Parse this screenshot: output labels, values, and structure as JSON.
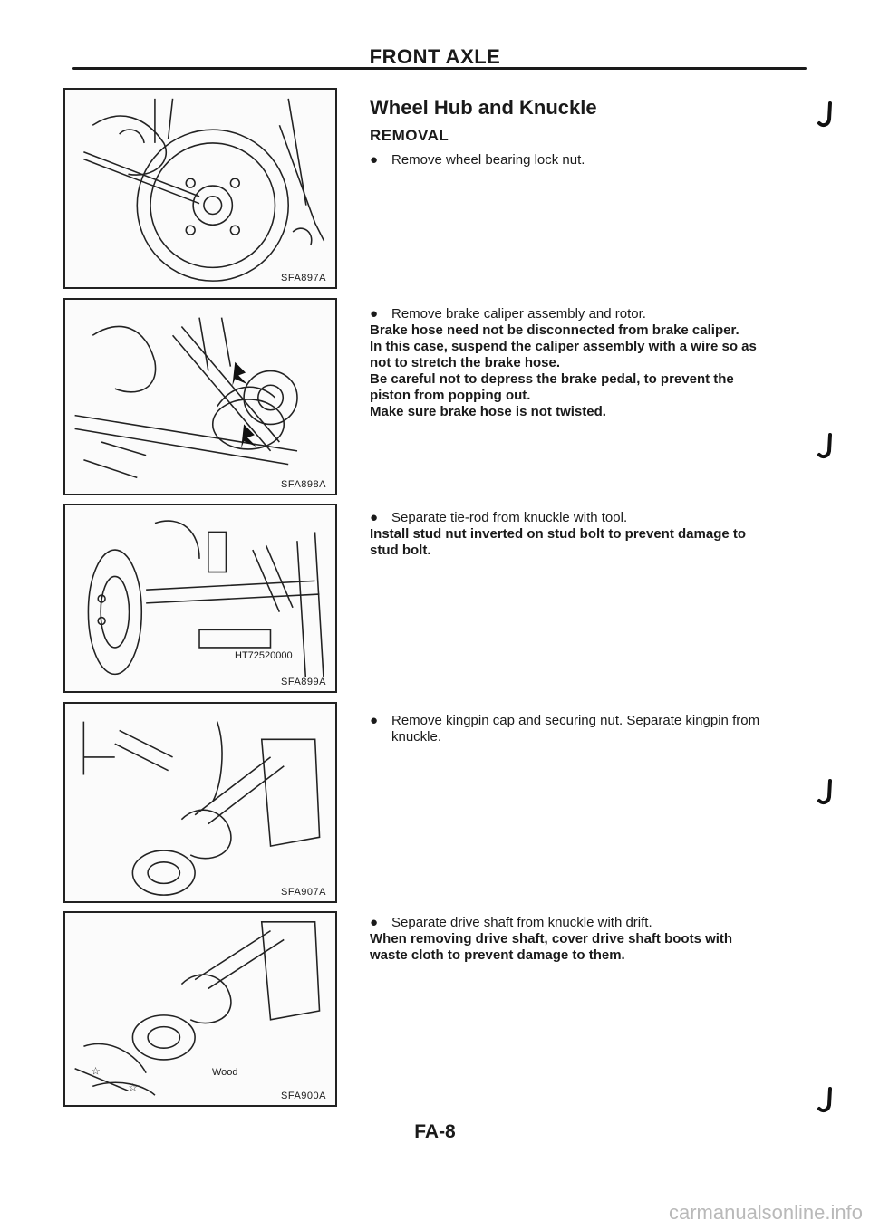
{
  "header": {
    "title": "FRONT AXLE"
  },
  "section": {
    "title": "Wheel Hub and Knuckle",
    "subtitle": "REMOVAL"
  },
  "figures": [
    {
      "label": "SFA897A"
    },
    {
      "label": "SFA898A"
    },
    {
      "label": "SFA899A",
      "callout": "HT72520000"
    },
    {
      "label": "SFA907A"
    },
    {
      "label": "SFA900A",
      "callout": "Wood"
    }
  ],
  "steps": [
    {
      "text": "Remove wheel bearing lock nut.",
      "notes": []
    },
    {
      "text": "Remove brake caliper assembly and rotor.",
      "notes": [
        "Brake hose need not be disconnected from brake caliper.",
        "In this case, suspend the caliper assembly with a wire so as",
        "not to stretch the brake hose.",
        "Be careful not to depress the brake pedal, to prevent the",
        "piston from popping out.",
        "Make sure brake hose is not twisted."
      ]
    },
    {
      "text": "Separate tie-rod from knuckle with tool.",
      "notes": [
        "Install stud nut inverted on stud bolt to prevent damage to",
        "stud bolt."
      ]
    },
    {
      "text": "Remove kingpin cap and securing nut. Separate kingpin from",
      "text2": "knuckle.",
      "notes": []
    },
    {
      "text": "Separate drive shaft from knuckle with drift.",
      "notes": [
        "When removing drive shaft, cover drive shaft boots with",
        "waste cloth to prevent damage to them."
      ]
    }
  ],
  "footer": {
    "page_number": "FA-8",
    "watermark": "carmanualsonline.info"
  },
  "icons": {
    "bullet": "bullet-icon",
    "check": "check-mark-icon"
  }
}
